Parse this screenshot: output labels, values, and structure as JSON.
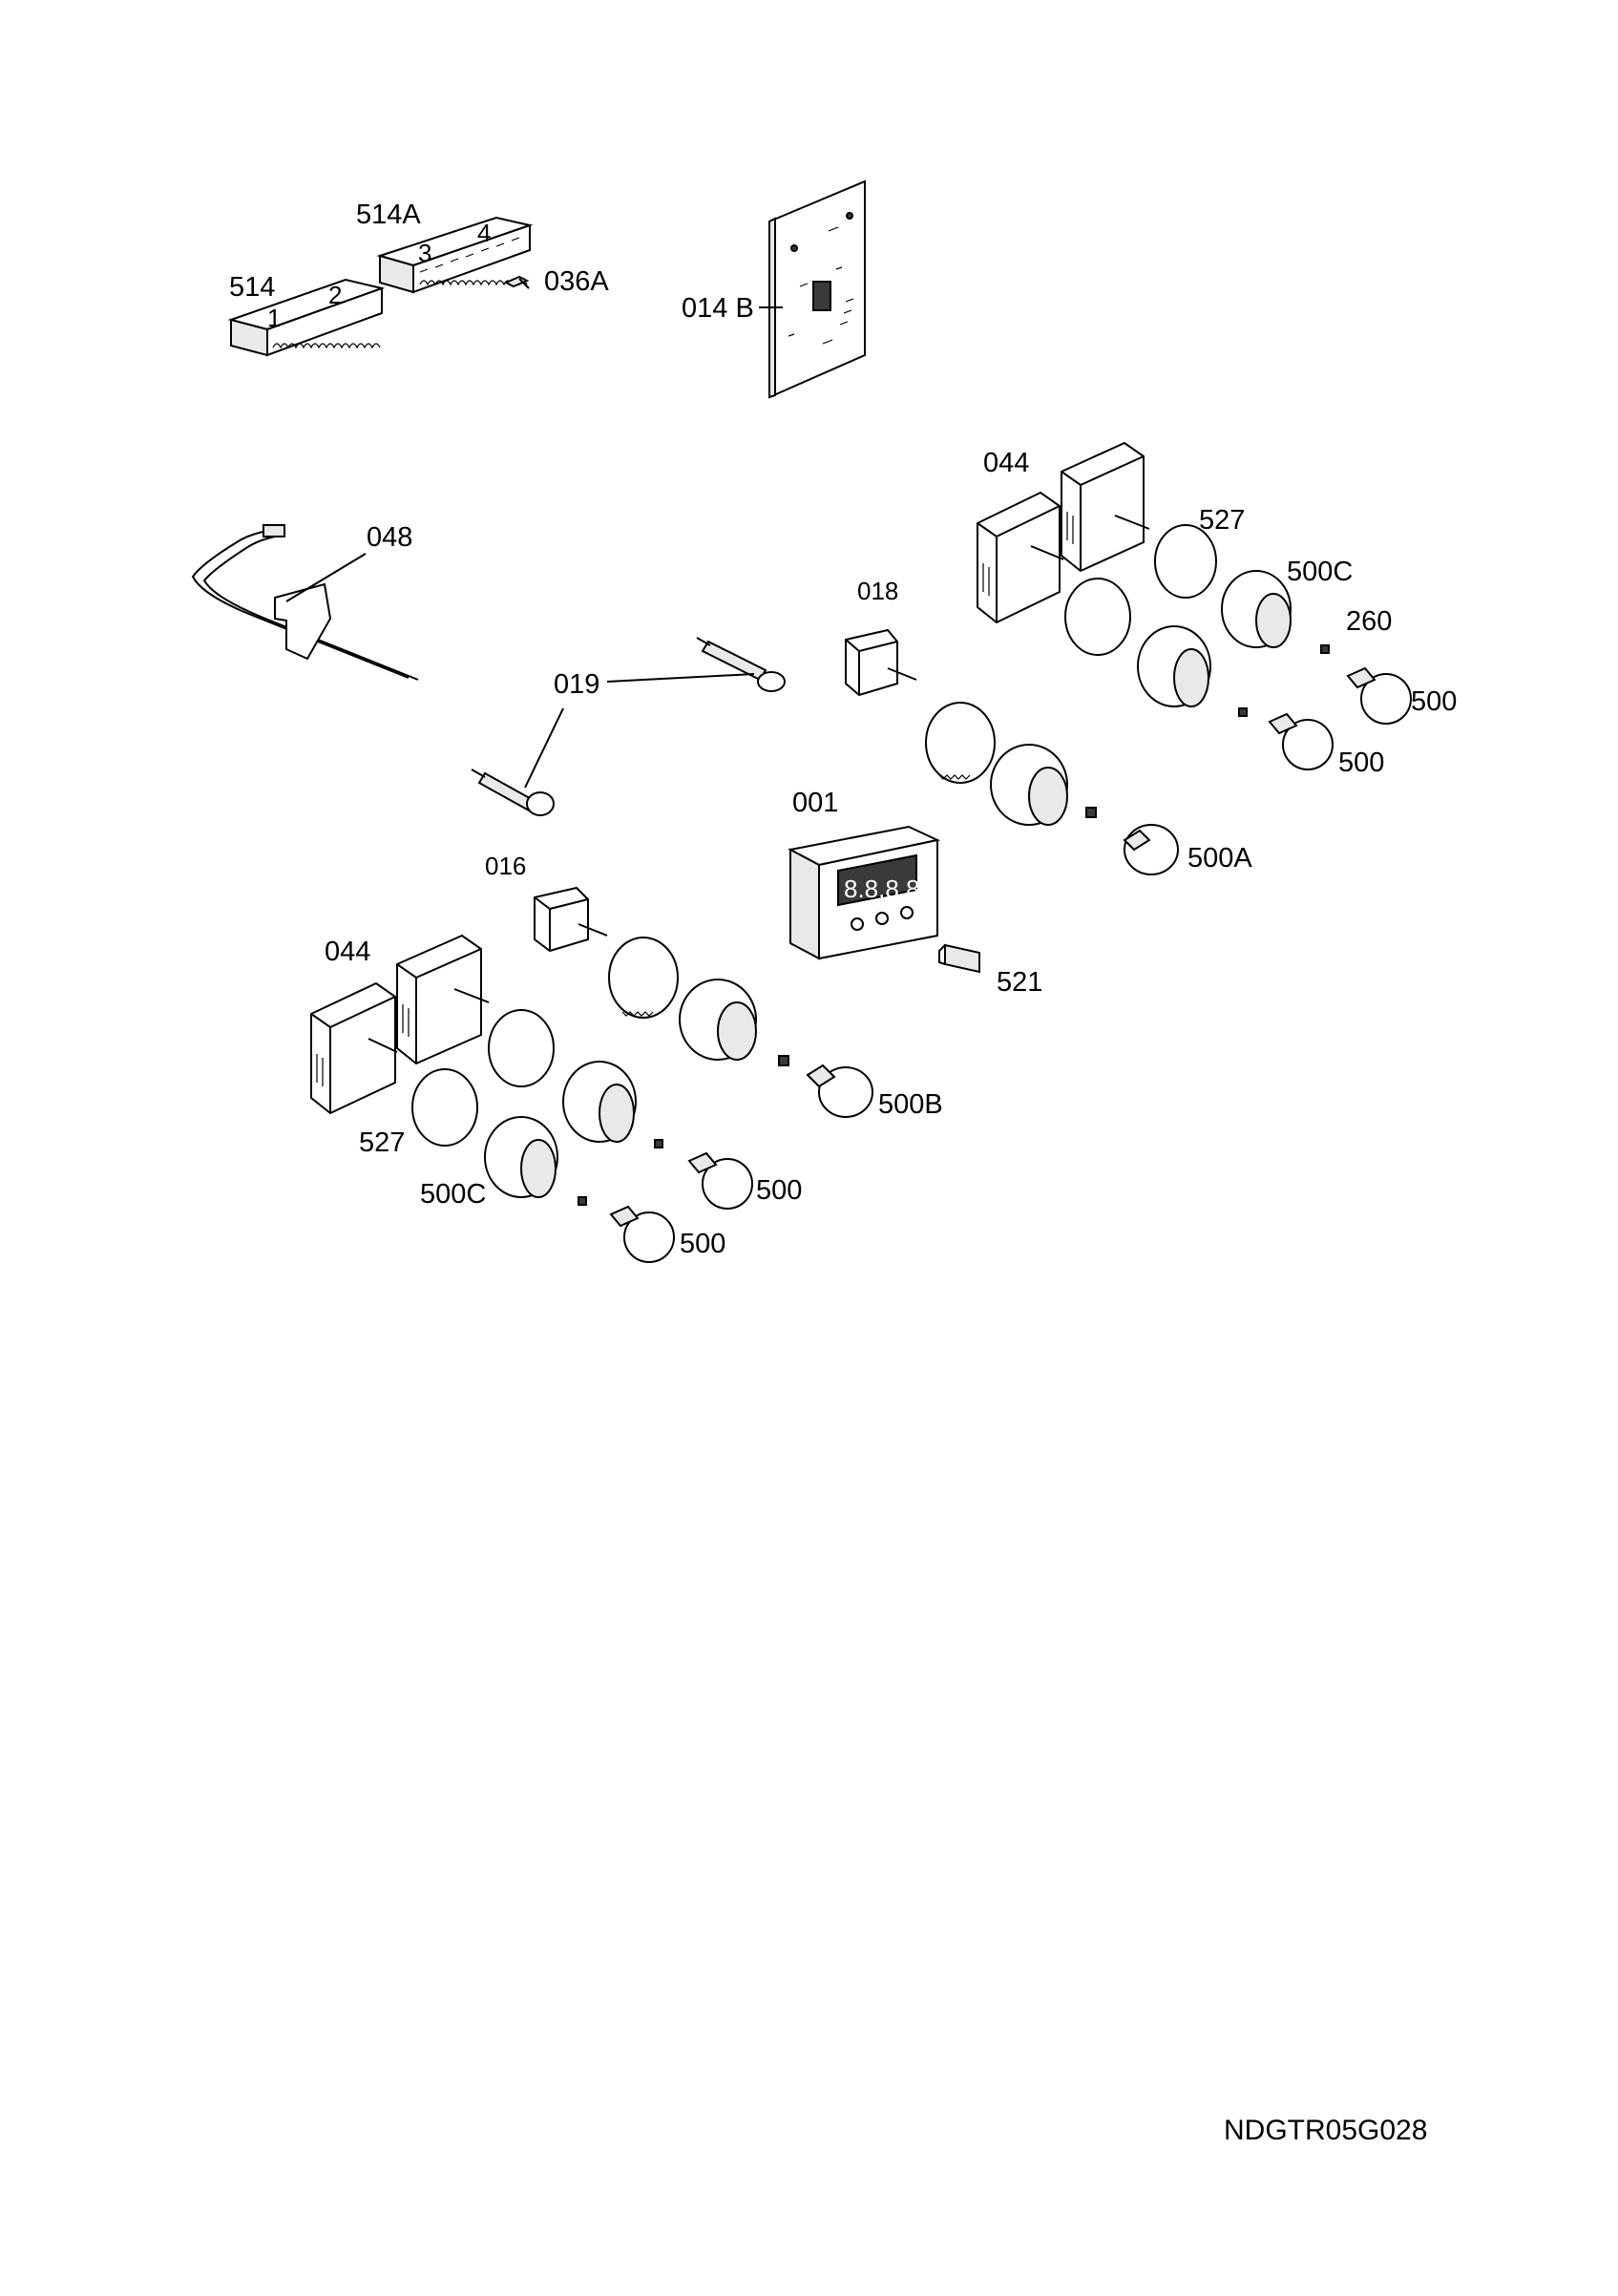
{
  "labels": {
    "l514A": "514A",
    "l514": "514",
    "l036A": "036A",
    "l014B": "014 B",
    "l044_top": "044",
    "l527_top": "527",
    "l500C_top": "500C",
    "l260": "260",
    "l500_top1": "500",
    "l500_top2": "500",
    "l048": "048",
    "l018": "018",
    "l019": "019",
    "l500A": "500A",
    "l001": "001",
    "l016": "016",
    "l521": "521",
    "l044_bot": "044",
    "l500B": "500B",
    "l527_bot": "527",
    "l500C_bot": "500C",
    "l500_bot1": "500",
    "l500_bot2": "500"
  },
  "drawing_code": "NDGTR05G028",
  "line_color": "#000000",
  "background": "#ffffff"
}
